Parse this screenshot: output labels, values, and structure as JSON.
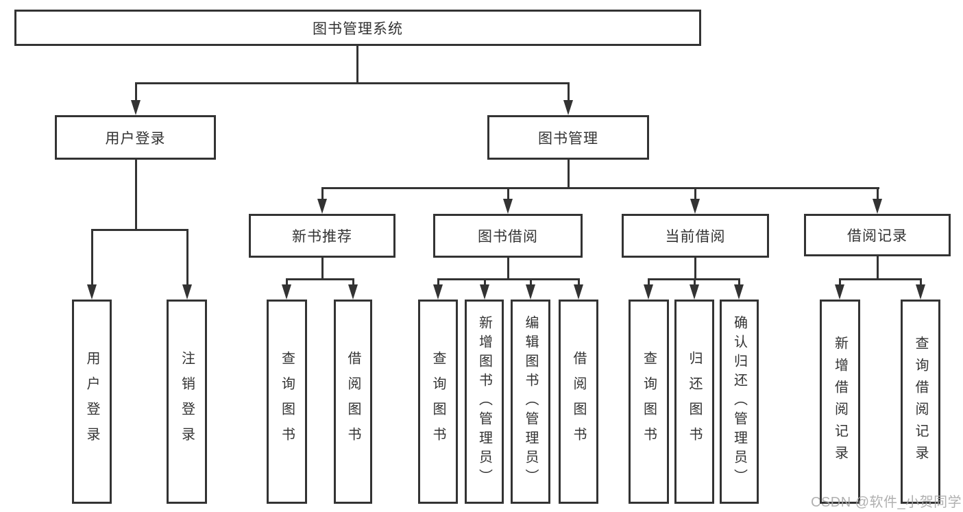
{
  "title": "图书管理系统",
  "tree": {
    "root": "图书管理系统",
    "branches": [
      {
        "label": "用户登录",
        "leaves": [
          "用户登录",
          "注销登录"
        ]
      },
      {
        "label": "图书管理",
        "groups": [
          {
            "label": "新书推荐",
            "leaves": [
              "查询图书",
              "借阅图书"
            ]
          },
          {
            "label": "图书借阅",
            "leaves": [
              "查询图书",
              "新增图书（管理员）",
              "编辑图书（管理员）",
              "借阅图书"
            ]
          },
          {
            "label": "当前借阅",
            "leaves": [
              "查询图书",
              "归还图书",
              "确认归还（管理员）"
            ]
          },
          {
            "label": "借阅记录",
            "leaves": [
              "新增借阅记录",
              "查询借阅记录"
            ]
          }
        ]
      }
    ]
  },
  "watermark": "CSDN @软件_小贺同学",
  "colors": {
    "line": "#333333",
    "text": "#333333",
    "box_background": "#ffffff",
    "watermark": "#a8a8a8",
    "background": "#ffffff"
  }
}
